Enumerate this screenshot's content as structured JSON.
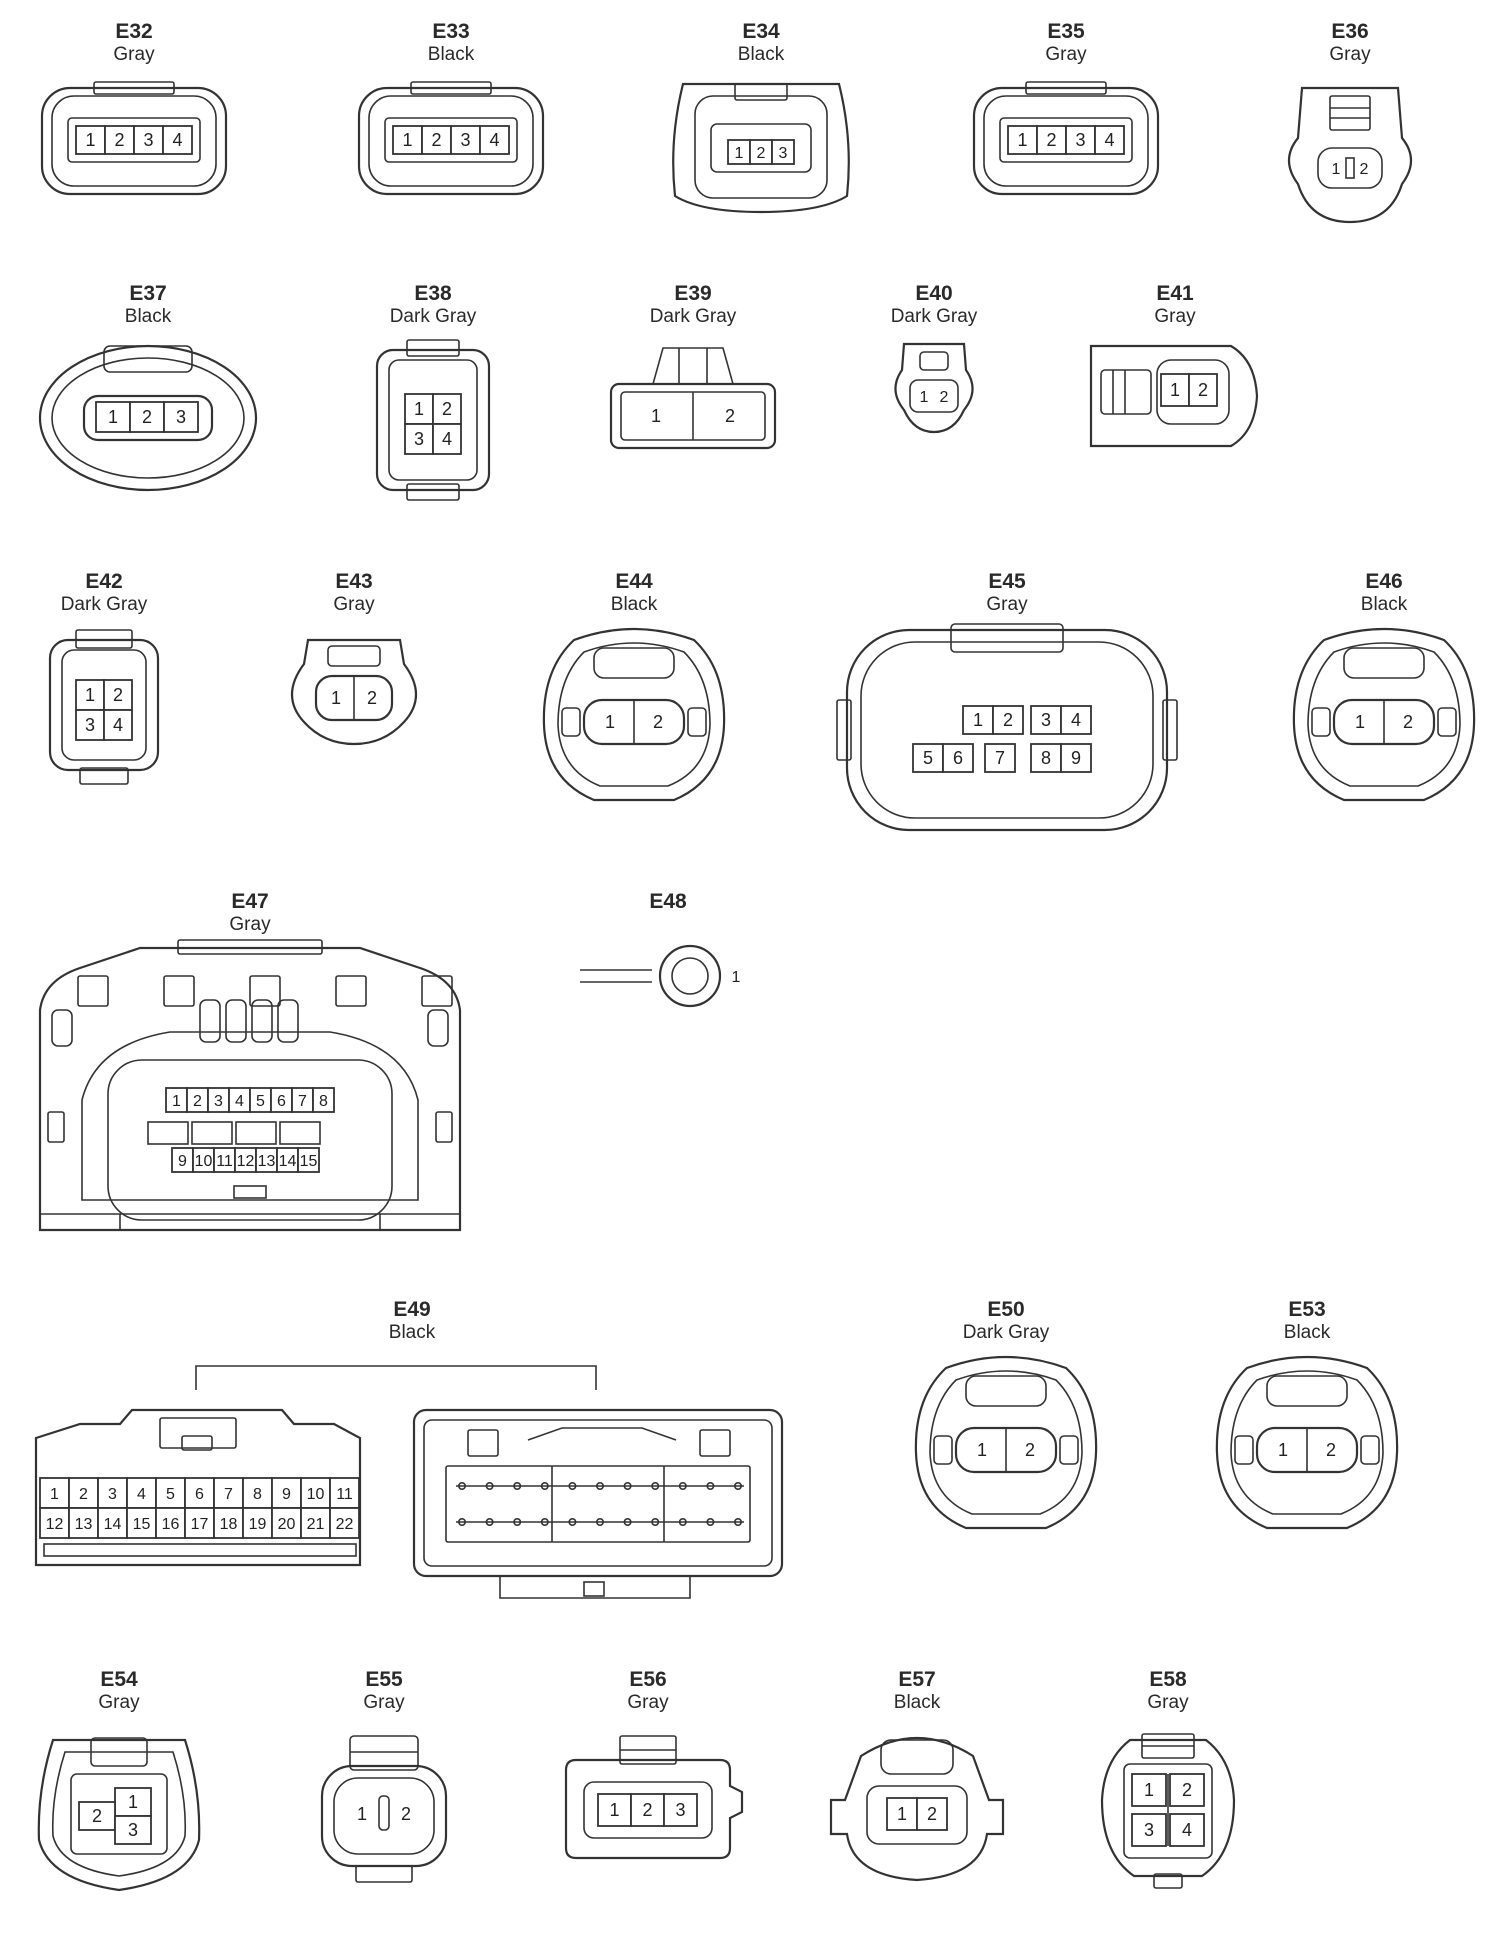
{
  "connectors": [
    {
      "id": "E32",
      "color": "Gray",
      "pins": [
        "1",
        "2",
        "3",
        "4"
      ]
    },
    {
      "id": "E33",
      "color": "Black",
      "pins": [
        "1",
        "2",
        "3",
        "4"
      ]
    },
    {
      "id": "E34",
      "color": "Black",
      "pins": [
        "1",
        "2",
        "3"
      ]
    },
    {
      "id": "E35",
      "color": "Gray",
      "pins": [
        "1",
        "2",
        "3",
        "4"
      ]
    },
    {
      "id": "E36",
      "color": "Gray",
      "pins": [
        "1",
        "2"
      ]
    },
    {
      "id": "E37",
      "color": "Black",
      "pins": [
        "1",
        "2",
        "3"
      ]
    },
    {
      "id": "E38",
      "color": "Dark Gray",
      "pins": [
        "1",
        "2",
        "3",
        "4"
      ]
    },
    {
      "id": "E39",
      "color": "Dark Gray",
      "pins": [
        "1",
        "2"
      ]
    },
    {
      "id": "E40",
      "color": "Dark Gray",
      "pins": [
        "1",
        "2"
      ]
    },
    {
      "id": "E41",
      "color": "Gray",
      "pins": [
        "1",
        "2"
      ]
    },
    {
      "id": "E42",
      "color": "Dark Gray",
      "pins": [
        "1",
        "2",
        "3",
        "4"
      ]
    },
    {
      "id": "E43",
      "color": "Gray",
      "pins": [
        "1",
        "2"
      ]
    },
    {
      "id": "E44",
      "color": "Black",
      "pins": [
        "1",
        "2"
      ]
    },
    {
      "id": "E45",
      "color": "Gray",
      "pins": [
        "1",
        "2",
        "3",
        "4",
        "5",
        "6",
        "7",
        "8",
        "9"
      ]
    },
    {
      "id": "E46",
      "color": "Black",
      "pins": [
        "1",
        "2"
      ]
    },
    {
      "id": "E47",
      "color": "Gray",
      "pins": [
        "1",
        "2",
        "3",
        "4",
        "5",
        "6",
        "7",
        "8",
        "9",
        "10",
        "11",
        "12",
        "13",
        "14",
        "15"
      ]
    },
    {
      "id": "E48",
      "color": "",
      "pins": [
        "1"
      ]
    },
    {
      "id": "E49",
      "color": "Black",
      "pins": [
        "1",
        "2",
        "3",
        "4",
        "5",
        "6",
        "7",
        "8",
        "9",
        "10",
        "11",
        "12",
        "13",
        "14",
        "15",
        "16",
        "17",
        "18",
        "19",
        "20",
        "21",
        "22"
      ]
    },
    {
      "id": "E50",
      "color": "Dark Gray",
      "pins": [
        "1",
        "2"
      ]
    },
    {
      "id": "E53",
      "color": "Black",
      "pins": [
        "1",
        "2"
      ]
    },
    {
      "id": "E54",
      "color": "Gray",
      "pins": [
        "1",
        "2",
        "3"
      ]
    },
    {
      "id": "E55",
      "color": "Gray",
      "pins": [
        "1",
        "2"
      ]
    },
    {
      "id": "E56",
      "color": "Gray",
      "pins": [
        "1",
        "2",
        "3"
      ]
    },
    {
      "id": "E57",
      "color": "Black",
      "pins": [
        "1",
        "2"
      ]
    },
    {
      "id": "E58",
      "color": "Gray",
      "pins": [
        "1",
        "2",
        "3",
        "4"
      ]
    }
  ]
}
